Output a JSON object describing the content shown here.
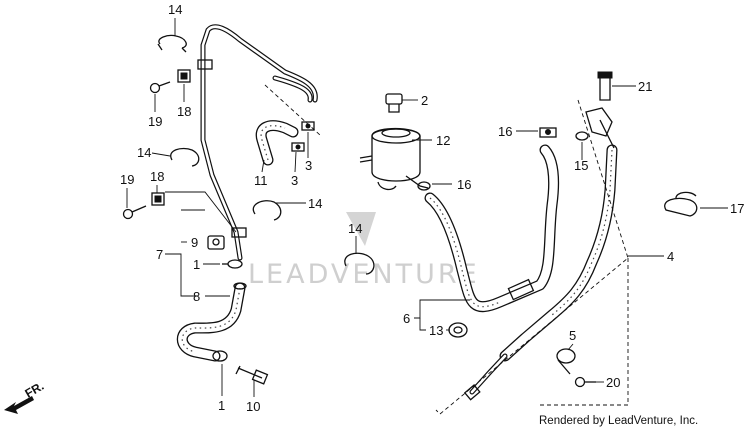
{
  "diagram": {
    "watermark_text": "LEADVENTURE",
    "credit": "Rendered by LeadVenture, Inc.",
    "direction_label": "FR.",
    "callouts": [
      {
        "id": "c14a",
        "text": "14"
      },
      {
        "id": "c19a",
        "text": "19"
      },
      {
        "id": "c18a",
        "text": "18"
      },
      {
        "id": "c14b",
        "text": "14"
      },
      {
        "id": "c19b",
        "text": "19"
      },
      {
        "id": "c18b",
        "text": "18"
      },
      {
        "id": "c11",
        "text": "11"
      },
      {
        "id": "c3a",
        "text": "3"
      },
      {
        "id": "c3b",
        "text": "3"
      },
      {
        "id": "c14c",
        "text": "14"
      },
      {
        "id": "c7",
        "text": "7"
      },
      {
        "id": "c9",
        "text": "9"
      },
      {
        "id": "c1a",
        "text": "1"
      },
      {
        "id": "c8",
        "text": "8"
      },
      {
        "id": "c1b",
        "text": "1"
      },
      {
        "id": "c10",
        "text": "10"
      },
      {
        "id": "c2",
        "text": "2"
      },
      {
        "id": "c12",
        "text": "12"
      },
      {
        "id": "c16a",
        "text": "16"
      },
      {
        "id": "c16b",
        "text": "16"
      },
      {
        "id": "c14d",
        "text": "14"
      },
      {
        "id": "c6",
        "text": "6"
      },
      {
        "id": "c13",
        "text": "13"
      },
      {
        "id": "c21",
        "text": "21"
      },
      {
        "id": "c15",
        "text": "15"
      },
      {
        "id": "c4",
        "text": "4"
      },
      {
        "id": "c17",
        "text": "17"
      },
      {
        "id": "c5",
        "text": "5"
      },
      {
        "id": "c20",
        "text": "20"
      }
    ]
  }
}
